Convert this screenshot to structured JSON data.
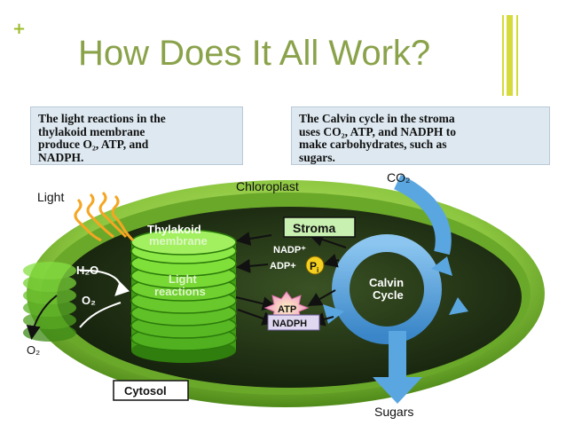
{
  "slide": {
    "plus_mark": "+",
    "title": "How Does It All Work?"
  },
  "diagram": {
    "caption_left_lines": [
      "The light reactions in the",
      "thylakoid membrane",
      "produce O₂, ATP, and",
      "NADPH."
    ],
    "caption_right_lines": [
      "The Calvin cycle in the stroma",
      "uses CO₂, ATP, and NADPH to",
      "make carbohydrates, such as",
      "sugars."
    ],
    "labels": {
      "light": "Light",
      "chloroplast": "Chloroplast",
      "co2": "CO₂",
      "thylakoid_line1": "Thylakoid",
      "thylakoid_line2": "membrane",
      "stroma": "Stroma",
      "nadp_plus": "NADP⁺",
      "adp_plus": "ADP+",
      "pi": "P",
      "pi_sub": "i",
      "h2o": "H₂O",
      "o2_inner": "O₂",
      "o2_outer": "O₂",
      "light_reactions_line1": "Light",
      "light_reactions_line2": "reactions",
      "calvin_line1": "Calvin",
      "calvin_line2": "Cycle",
      "atp": "ATP",
      "nadph": "NADPH",
      "cytosol": "Cytosol",
      "sugars": "Sugars"
    },
    "colors": {
      "chloroplast_green": "#8cc63f",
      "thylakoid_green": "#7fd83a",
      "stroma_dark": "#1a2a10",
      "cycle_blue": "#5aa6e0",
      "caption_bg": "#dde8f0",
      "title_green": "#8aa24a"
    }
  }
}
